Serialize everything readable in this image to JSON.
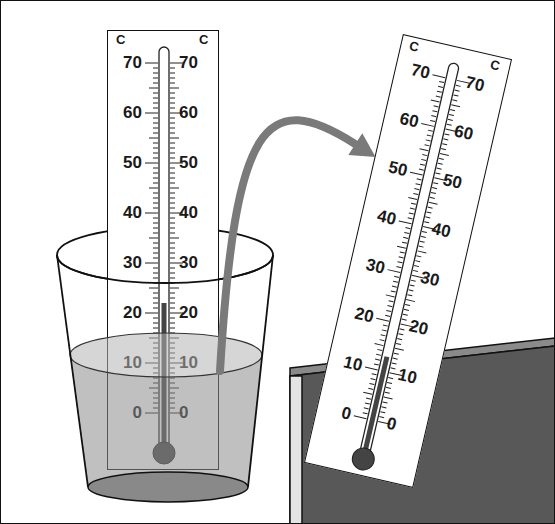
{
  "diagram": {
    "nodes": [
      {
        "text": [
          "C",
          "C",
          "70",
          "70",
          "60",
          "60",
          "50",
          "50",
          "40",
          "40",
          "30",
          "30",
          "20",
          "20",
          "10",
          "10",
          "0",
          "0"
        ]
      },
      {
        "text": [
          "C",
          "C",
          "70",
          "70",
          "60",
          "60",
          "50",
          "50",
          "40",
          "40",
          "30",
          "30",
          "20",
          "20",
          "10",
          "10",
          "0",
          "0"
        ]
      }
    ],
    "edges": [
      {
        "from": 0,
        "to": 1,
        "arrow": "to"
      }
    ]
  }
}
